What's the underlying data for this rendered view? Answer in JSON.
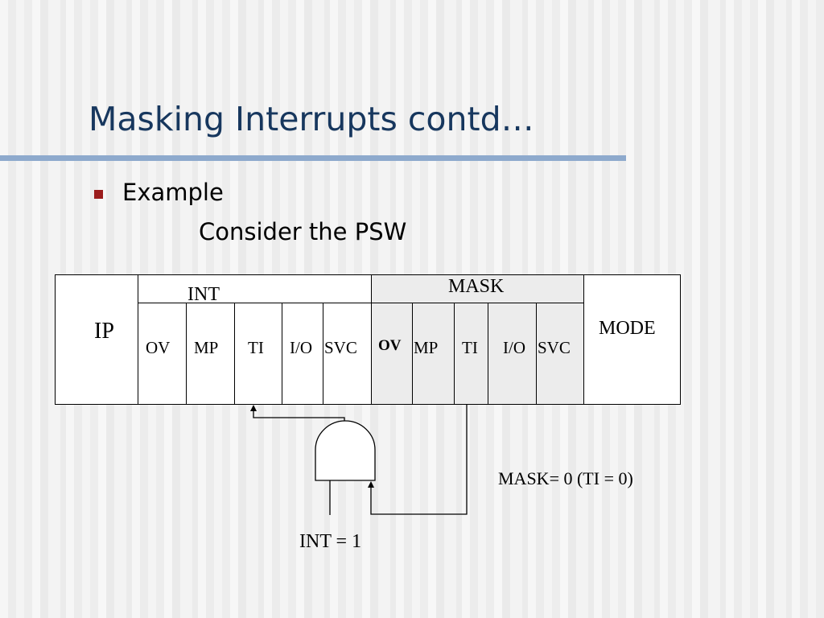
{
  "title": "Masking Interrupts contd…",
  "bullet": "Example",
  "subtext": "Consider the PSW",
  "psw": {
    "ip": "IP",
    "int_header": "INT",
    "mask_header": "MASK",
    "mode": "MODE",
    "int_fields": [
      "OV",
      "MP",
      "TI",
      "I/O",
      "SVC"
    ],
    "mask_fields": [
      "OV",
      "MP",
      "TI",
      "I/O",
      "SVC"
    ]
  },
  "annotations": {
    "mask_condition": "MASK= 0 (TI = 0)",
    "int_condition": "INT = 1"
  },
  "colors": {
    "title": "#17375e",
    "rule": "#8eaacd",
    "bullet": "#9b1c1c"
  }
}
